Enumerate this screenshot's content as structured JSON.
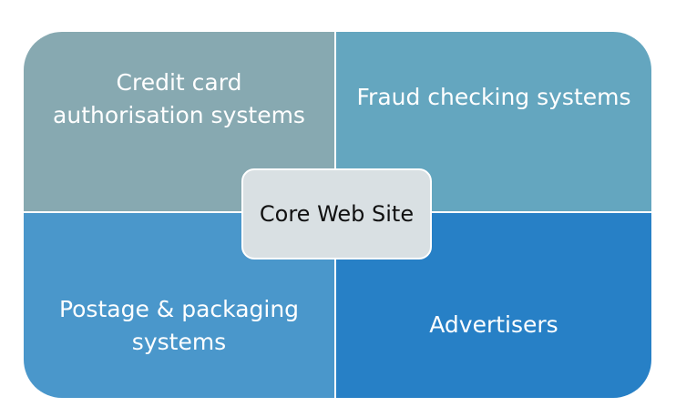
{
  "diagram": {
    "center": {
      "label": "Core Web Site"
    },
    "quadrants": {
      "top_left": {
        "label": "Credit card authorisation systems"
      },
      "top_right": {
        "label": "Fraud checking systems"
      },
      "bottom_left": {
        "label": "Postage & packaging systems"
      },
      "bottom_right": {
        "label": "Advertisers"
      }
    },
    "colors": {
      "top_left": "#87a9b1",
      "top_right": "#64a6bf",
      "bottom_left": "#4a97cb",
      "bottom_right": "#2780c6",
      "center_fill": "#d9e0e3"
    }
  }
}
